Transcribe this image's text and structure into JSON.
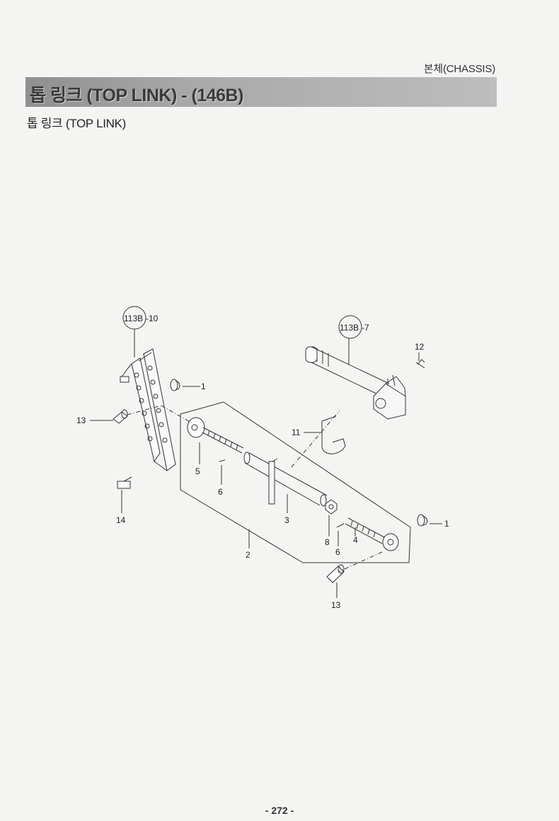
{
  "header": {
    "section_label": "본체(CHASSIS)",
    "title": "톱 링크 (TOP LINK) - (146B)",
    "subtitle": "톱 링크 (TOP LINK)"
  },
  "diagram": {
    "refs": [
      {
        "id": "ref-113b-10",
        "circle": "113B",
        "suffix": "-10"
      },
      {
        "id": "ref-113b-7",
        "circle": "113B",
        "suffix": "-7"
      }
    ],
    "callouts": {
      "c1a": "1",
      "c1b": "1",
      "c2": "2",
      "c3": "3",
      "c4": "4",
      "c5": "5",
      "c6a": "6",
      "c6b": "6",
      "c8": "8",
      "c11": "11",
      "c12": "12",
      "c13a": "13",
      "c13b": "13",
      "c14": "14"
    }
  },
  "footer": {
    "page_number": "- 272 -"
  }
}
